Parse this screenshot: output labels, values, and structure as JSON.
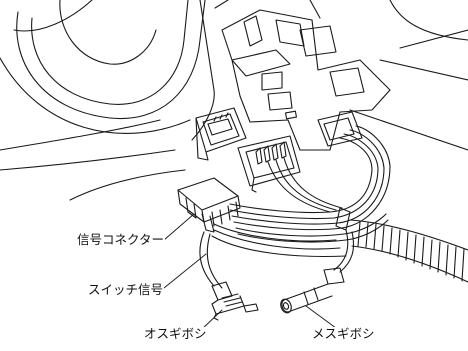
{
  "callouts": {
    "signal_connector": "信号コネクター",
    "switch_signal": "スイッチ信号",
    "male_plug": "オスギボシ",
    "female_plug": "メスギボシ"
  }
}
